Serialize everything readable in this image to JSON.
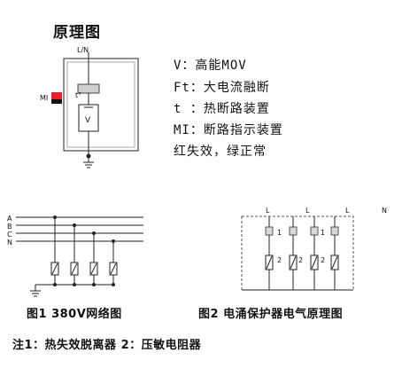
{
  "title": "原理图",
  "legend": [
    "V：高能MOV",
    "Ft：大电流融断",
    "t  ：热断路装置",
    "MI：断路指示装置",
    "红失效，绿正常"
  ],
  "schematic_labels": {
    "ln": "L/N",
    "mi": "MI",
    "t": "t°",
    "v": "V"
  },
  "fig1": {
    "lines": [
      "A",
      "B",
      "C",
      "N"
    ],
    "caption": "图1  380V网络图"
  },
  "fig2": {
    "top_labels": [
      "L",
      "L",
      "L",
      "N"
    ],
    "label1": "1",
    "label2": "2",
    "caption": "图2  电涌保护器电气原理图"
  },
  "note": "注1：热失效脱离器    2：压敏电阻器",
  "colors": {
    "indicator_red": "#e8202a",
    "line": "#222222",
    "box_gray": "#cfcfcf",
    "dash": "#555555"
  }
}
